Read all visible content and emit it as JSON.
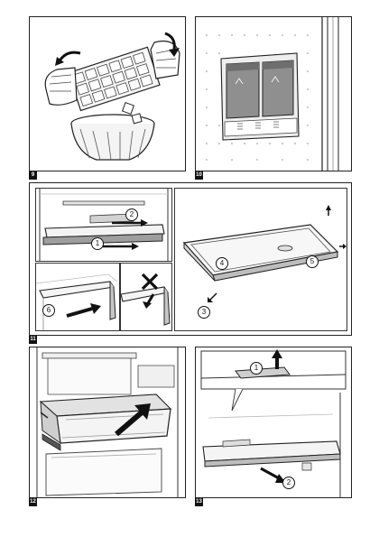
{
  "figures": [
    {
      "number": "9",
      "subject": "ice-cube-tray-twist"
    },
    {
      "number": "10",
      "subject": "freezer-compartment-cooling-packs"
    },
    {
      "number": "11",
      "subject": "glass-shelf-removal",
      "callouts": [
        "1",
        "2",
        "6",
        "4",
        "5",
        "3"
      ]
    },
    {
      "number": "12",
      "subject": "freezer-drawer-removal"
    },
    {
      "number": "13",
      "subject": "shelf-lift-and-pull",
      "callouts": [
        "1",
        "2"
      ]
    }
  ],
  "colors": {
    "line": "#222222",
    "panel_bg": "#ffffff",
    "grey": "#9a9a9a",
    "light_grey": "#d8d8d8",
    "mark": "#111111"
  }
}
